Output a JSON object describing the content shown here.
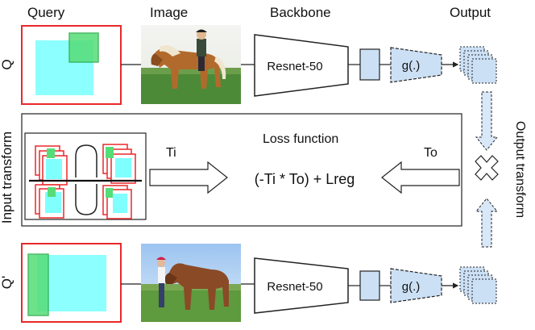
{
  "headers": {
    "query": "Query",
    "image": "Image",
    "backbone": "Backbone",
    "output": "Output"
  },
  "rows": {
    "top": {
      "label": "Q",
      "backbone": "Resnet-50",
      "head": "g(.)"
    },
    "bottom": {
      "label": "Q'",
      "backbone": "Resnet-50",
      "head": "g(.)"
    }
  },
  "middle": {
    "input_transform": "Input transform",
    "loss_title": "Loss function",
    "ti": "Ti",
    "to": "To",
    "formula": "(-Ti * To) + Lreg",
    "output_transform": "Output transform"
  },
  "colors": {
    "query_border": "#e8282b",
    "query_fill": "#80ffff",
    "crop_fill": "#55dd77",
    "blue_box": "#cce0f5",
    "arrow_fill": "#d8e8f8"
  }
}
